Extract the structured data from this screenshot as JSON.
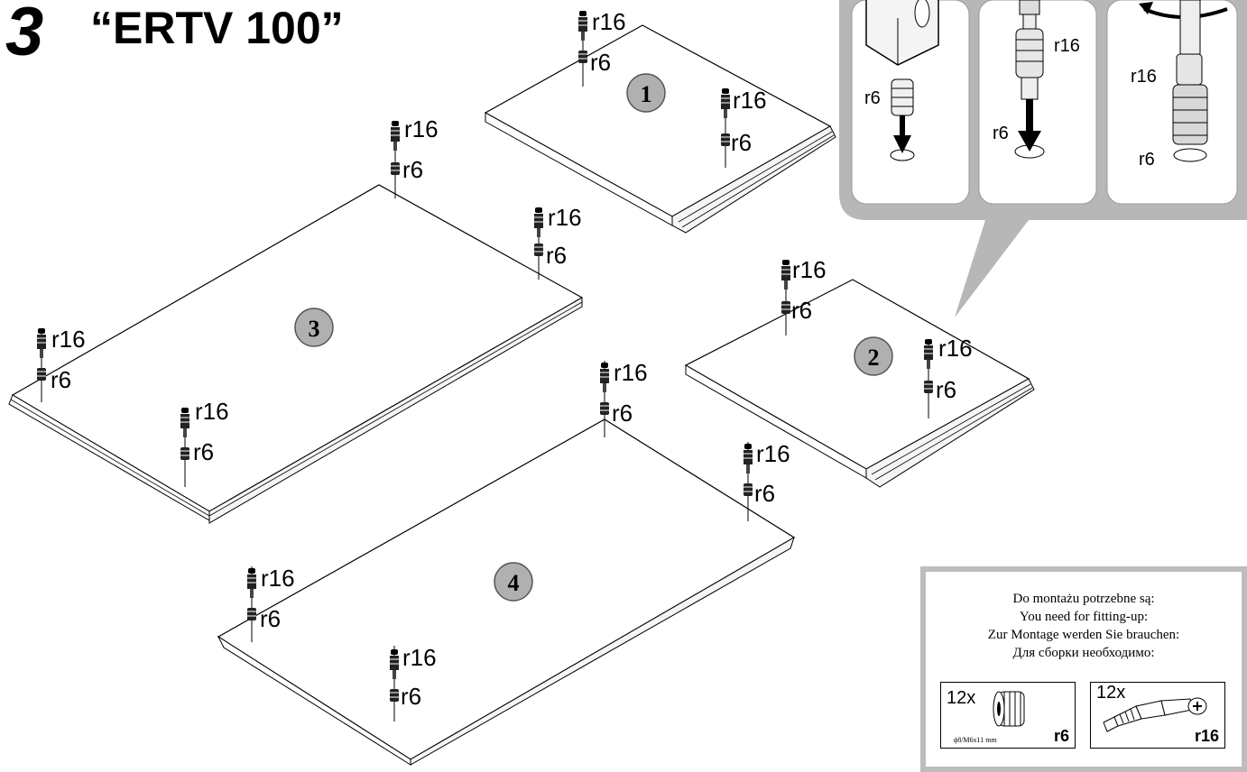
{
  "header": {
    "step_number": "3",
    "title": "“ERTV 100”"
  },
  "panels": [
    {
      "number": "1"
    },
    {
      "number": "2"
    },
    {
      "number": "3"
    },
    {
      "number": "4"
    }
  ],
  "fittings": {
    "bolt": "r16",
    "insert": "r6"
  },
  "detail_steps": {
    "step1_insert": "r6",
    "step2_bolt": "r16",
    "step2_insert": "r6",
    "step3_bolt": "r16",
    "step3_insert": "r6"
  },
  "requirements": {
    "line_pl": "Do montażu potrzebne są:",
    "line_en": "You need for fitting-up:",
    "line_de": "Zur Montage werden Sie brauchen:",
    "line_ru": "Для сборки необходимо:",
    "parts": [
      {
        "qty": "12x",
        "code": "r6",
        "spec": "ϕ8/M6x11 mm"
      },
      {
        "qty": "12x",
        "code": "r16"
      }
    ]
  },
  "colors": {
    "callout_gray": "#b7b7b7",
    "badge_gray": "#b0b0b0"
  }
}
